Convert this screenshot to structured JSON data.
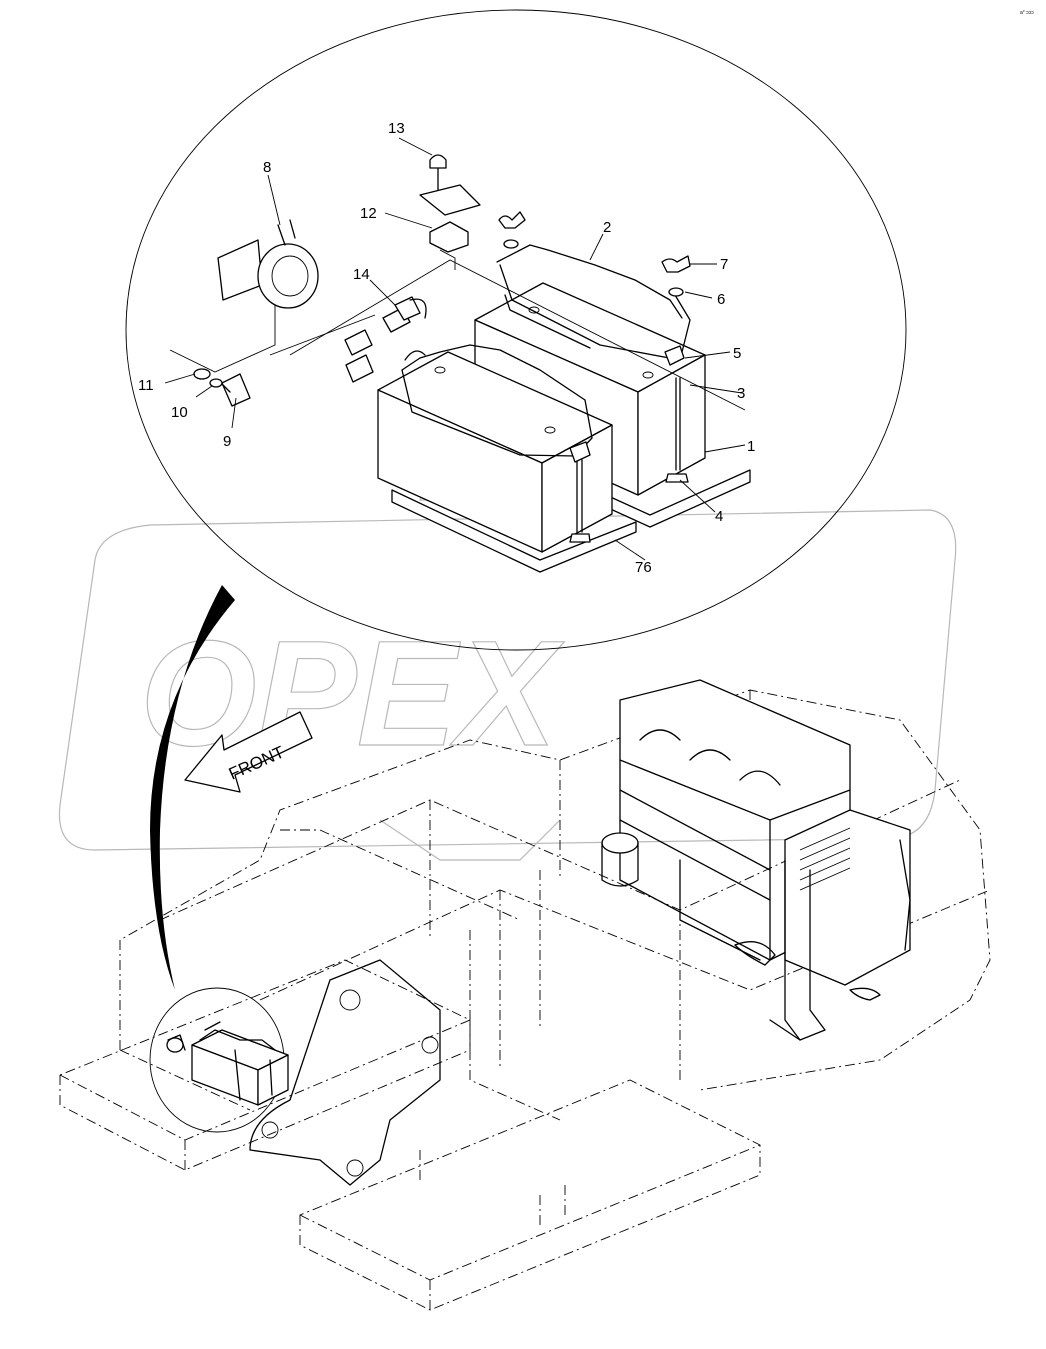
{
  "corner_mark": "a° ɔɔɔ",
  "front_arrow_label": "FRONT",
  "watermark_text": "OPEX",
  "callouts": [
    {
      "key": "c1",
      "text": "1"
    },
    {
      "key": "c2",
      "text": "2"
    },
    {
      "key": "c3",
      "text": "3"
    },
    {
      "key": "c4",
      "text": "4"
    },
    {
      "key": "c5",
      "text": "5"
    },
    {
      "key": "c6",
      "text": "6"
    },
    {
      "key": "c7",
      "text": "7"
    },
    {
      "key": "c8",
      "text": "8"
    },
    {
      "key": "c9",
      "text": "9"
    },
    {
      "key": "c10",
      "text": "10"
    },
    {
      "key": "c11",
      "text": "11"
    },
    {
      "key": "c12",
      "text": "12"
    },
    {
      "key": "c13",
      "text": "13"
    },
    {
      "key": "c14",
      "text": "14"
    },
    {
      "key": "c76",
      "text": "76"
    }
  ]
}
